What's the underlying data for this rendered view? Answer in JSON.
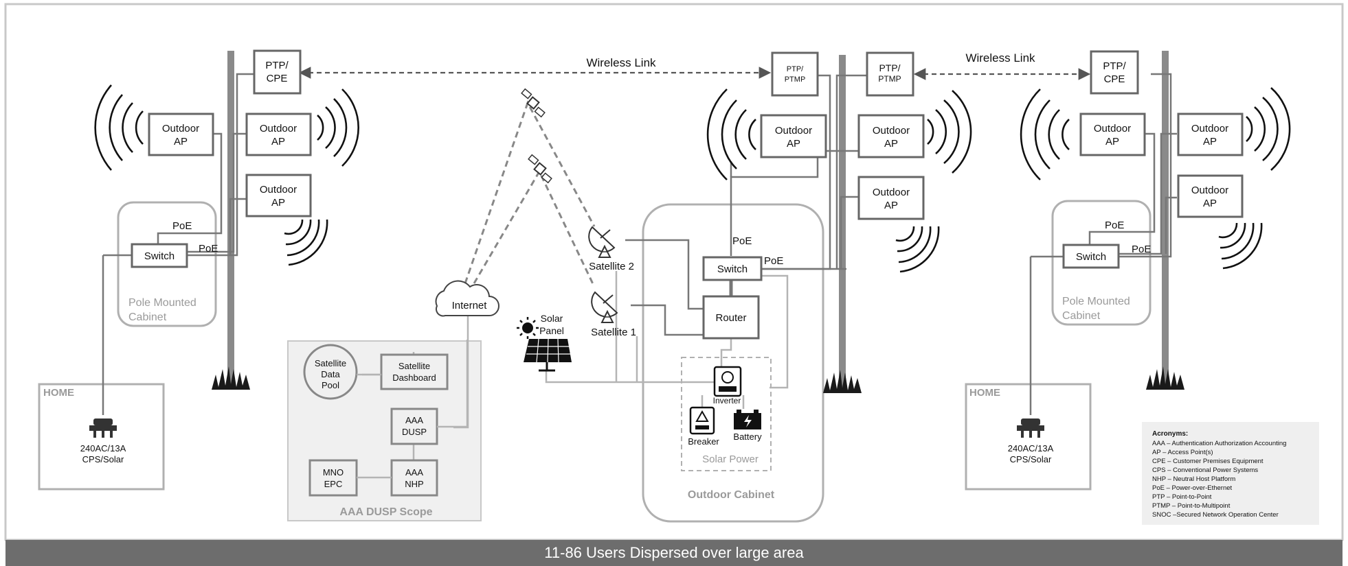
{
  "footer": "11-86 Users Dispersed over large area",
  "links": {
    "wireless": "Wireless Link",
    "poe": "PoE"
  },
  "devices": {
    "ptp_cpe": [
      "PTP/",
      "CPE"
    ],
    "ptp_ptmp": [
      "PTP/",
      "PTMP"
    ],
    "outdoor_ap": [
      "Outdoor",
      "AP"
    ],
    "switch": "Switch",
    "router": "Router",
    "internet": "Internet",
    "satellite_1": "Satellite 1",
    "satellite_2": "Satellite 2",
    "solar_panel": [
      "Solar",
      "Panel"
    ],
    "inverter": "Inverter",
    "breaker": "Breaker",
    "battery": "Battery"
  },
  "groups": {
    "pole_cabinet": [
      "Pole Mounted",
      "Cabinet"
    ],
    "home": "HOME",
    "power": [
      "240AC/13A",
      "CPS/Solar"
    ],
    "outdoor_cabinet": "Outdoor Cabinet",
    "solar_power": "Solar Power",
    "aaa_scope": "AAA DUSP Scope"
  },
  "aaa": {
    "sat_pool": [
      "Satellite",
      "Data",
      "Pool"
    ],
    "sat_dashboard": [
      "Satellite",
      "Dashboard"
    ],
    "aaa_dusp": [
      "AAA",
      "DUSP"
    ],
    "aaa_nhp": [
      "AAA",
      "NHP"
    ],
    "mno_epc": [
      "MNO",
      "EPC"
    ]
  },
  "acronyms": {
    "title": "Acronyms:",
    "items": [
      "AAA – Authentication Authorization Accounting",
      "AP – Access Point(s)",
      "CPE – Customer Premises Equipment",
      "CPS – Conventional Power Systems",
      "NHP – Neutral Host Platform",
      "PoE – Power-over-Ethernet",
      "PTP – Point-to-Point",
      "PTMP – Point-to-Multipoint",
      "SNOC –Secured Network Operation Center"
    ]
  }
}
